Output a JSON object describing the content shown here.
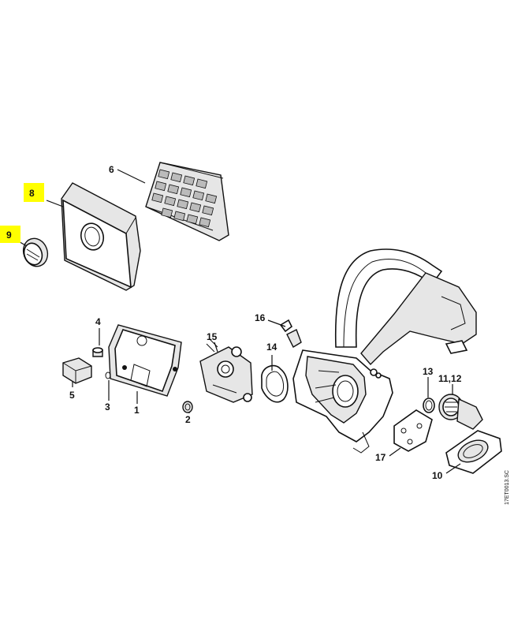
{
  "callouts": {
    "c1": "1",
    "c2": "2",
    "c3": "3",
    "c4": "4",
    "c5": "5",
    "c6": "6",
    "c8": "8",
    "c9": "9",
    "c10": "10",
    "c11_12": "11,12",
    "c13": "13",
    "c14": "14",
    "c15": "15",
    "c16": "16",
    "c17": "17"
  },
  "highlighted": [
    "8",
    "9"
  ],
  "highlight_color": "#ffff00",
  "drawing_code": "17ET0013.SC"
}
